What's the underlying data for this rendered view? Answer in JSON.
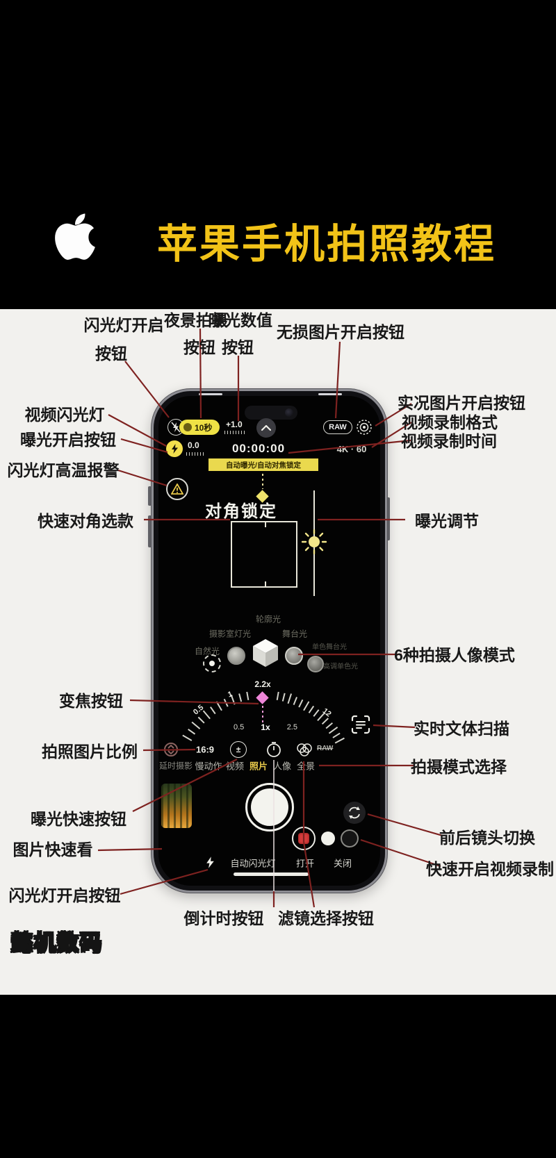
{
  "title": {
    "text": "苹果手机拍照教程"
  },
  "watermark": {
    "text": "懿机数码"
  },
  "callouts": [
    {
      "text": "闪光灯开启"
    },
    {
      "text": "按钮"
    },
    {
      "text": "夜景拍摄"
    },
    {
      "text": "按钮"
    },
    {
      "text": "曝光数值"
    },
    {
      "text": "按钮"
    },
    {
      "text": "无损图片开启按钮"
    },
    {
      "text": "实况图片开启按钮"
    },
    {
      "text": "视频录制格式"
    },
    {
      "text": "视频录制时间"
    },
    {
      "text": "视频闪光灯"
    },
    {
      "text": "曝光开启按钮"
    },
    {
      "text": "闪光灯高温报警"
    },
    {
      "text": "快速对角选款"
    },
    {
      "text": "曝光调节"
    },
    {
      "text": "6种拍摄人像模式"
    },
    {
      "text": "变焦按钮"
    },
    {
      "text": "实时文体扫描"
    },
    {
      "text": "拍照图片比例"
    },
    {
      "text": "拍摄模式选择"
    },
    {
      "text": "曝光快速按钮"
    },
    {
      "text": "图片快速看"
    },
    {
      "text": "前后镜头切换"
    },
    {
      "text": "快速开启视频录制"
    },
    {
      "text": "闪光灯开启按钮"
    },
    {
      "text": "倒计时按钮"
    },
    {
      "text": "滤镜选择按钮"
    }
  ],
  "camera": {
    "status": {
      "night": "10秒",
      "ev": "+1.0",
      "raw": "RAW",
      "flash_ev": "0.0",
      "timer": "00:00:00",
      "format": "4K · 60"
    },
    "banner": "自动曝光/自动对焦锁定",
    "lock": "对角锁定",
    "portrait": {
      "contour": "轮廓光",
      "studio": "摄影室灯光",
      "stage": "舞台光",
      "natural": "自然光",
      "mono": "单色舞台光",
      "high_key": "高调单色光"
    },
    "zoom": {
      "current": "2.2x",
      "min": "0.5",
      "one": "1",
      "max": "12",
      "presets": [
        "0.5",
        "1x",
        "2.5"
      ]
    },
    "toolbar": {
      "ratio": "16:9",
      "raw_off": "RAW"
    },
    "modes": [
      "延时摄影",
      "慢动作",
      "视频",
      "照片",
      "人像",
      "全景"
    ],
    "bottom": {
      "auto_flash": "自动闪光灯",
      "open": "打开",
      "close": "关闭"
    }
  },
  "colors": {
    "accent_yellow": "#f2c318",
    "ui_yellow": "#efe145",
    "callout_line": "#7e2220",
    "marker_pink": "#ee86d8"
  }
}
